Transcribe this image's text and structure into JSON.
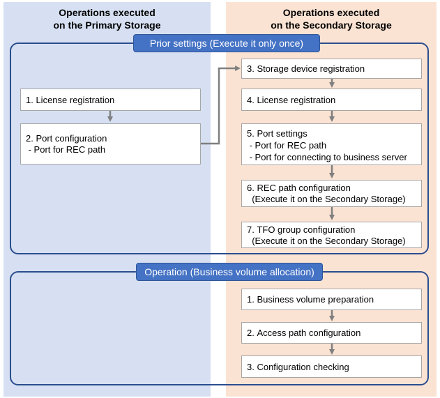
{
  "columns": {
    "primary": {
      "title_line1": "Operations executed",
      "title_line2": "on the Primary Storage"
    },
    "secondary": {
      "title_line1": "Operations executed",
      "title_line2": "on the Secondary Storage"
    }
  },
  "groups": {
    "prior": {
      "label": "Prior settings (Execute it only once)"
    },
    "operation": {
      "label": "Operation (Business volume allocation)"
    }
  },
  "steps": {
    "primary_license": {
      "lines": [
        "1. License registration"
      ]
    },
    "primary_port": {
      "lines": [
        "2. Port configuration",
        " - Port for REC path"
      ]
    },
    "storage_device": {
      "lines": [
        "3. Storage device registration"
      ]
    },
    "secondary_license": {
      "lines": [
        "4. License registration"
      ]
    },
    "port_settings": {
      "lines": [
        "5. Port settings",
        " - Port for REC path",
        " - Port for connecting to business server"
      ]
    },
    "rec_path": {
      "lines": [
        "6. REC path configuration",
        "  (Execute it on the Secondary Storage)"
      ]
    },
    "tfo_group": {
      "lines": [
        "7. TFO group configuration",
        "  (Execute it on the Secondary Storage)"
      ]
    },
    "business_volume": {
      "lines": [
        "1. Business volume preparation"
      ]
    },
    "access_path": {
      "lines": [
        "2. Access path configuration"
      ]
    },
    "config_check": {
      "lines": [
        "3. Configuration checking"
      ]
    }
  },
  "colors": {
    "primary_bg": "#d6e0f2",
    "secondary_bg": "#fbe3d3",
    "group_border": "#2b4d8f",
    "label_fill": "#4472c4",
    "arrow": "#7f7f7f"
  }
}
